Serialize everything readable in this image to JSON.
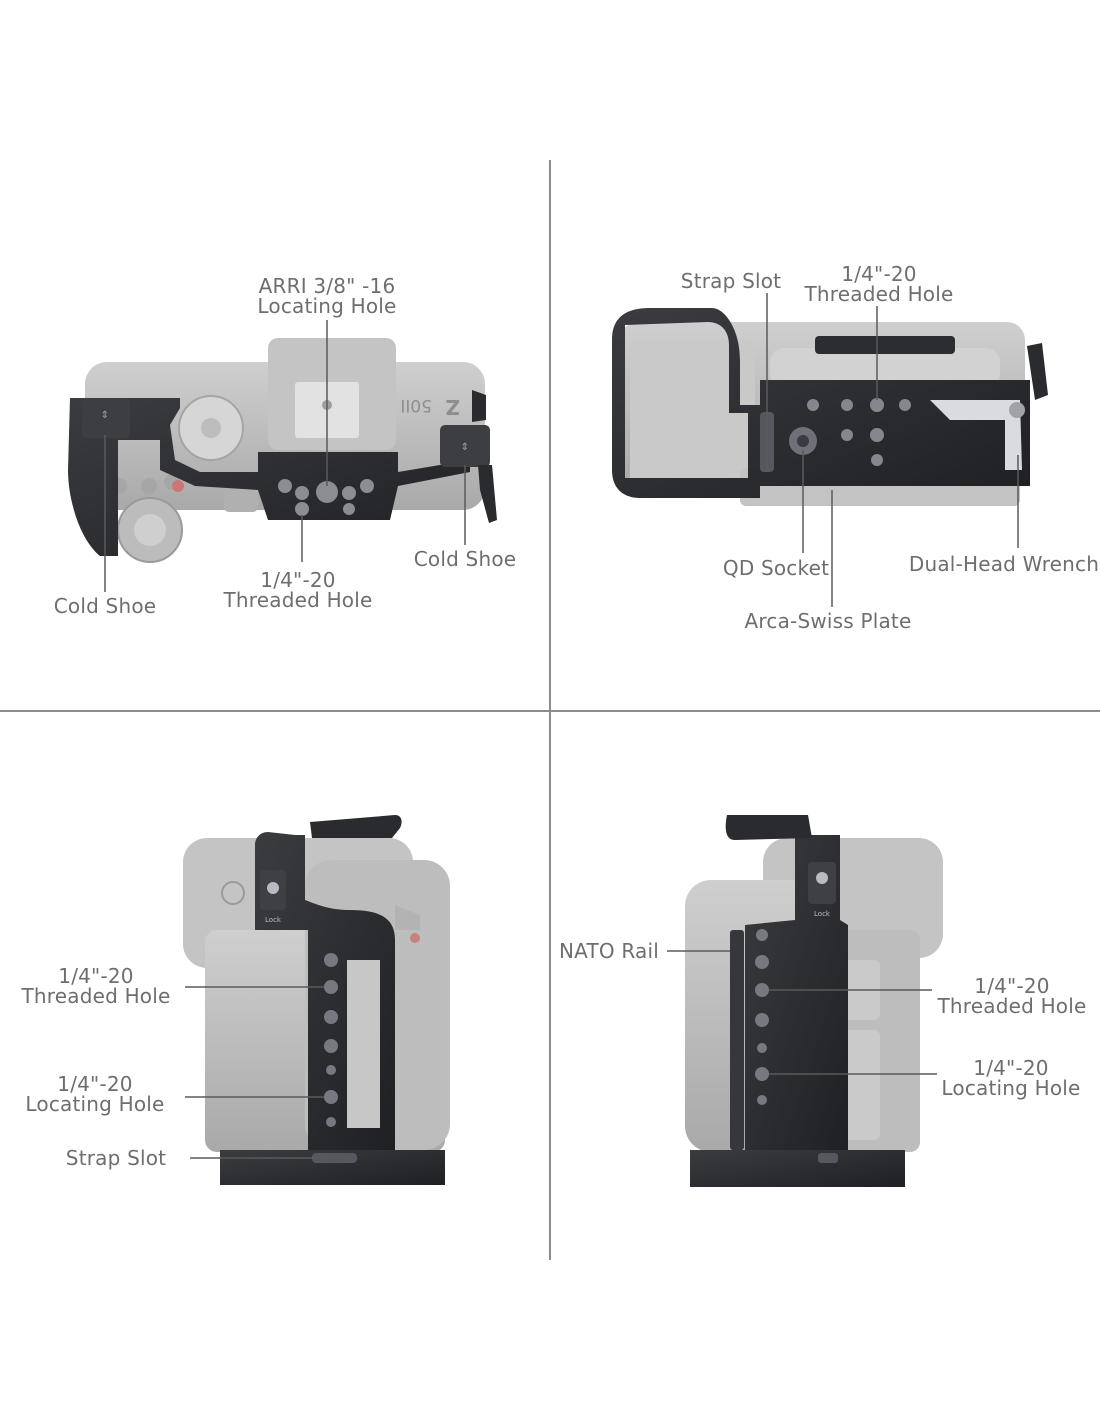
{
  "colors": {
    "cage": "#2b2d30",
    "camera": "#b9b9b9",
    "label": "#6e6e6e",
    "leader": "#5a5a5a",
    "divider": "#8c8c8c"
  },
  "panels": {
    "top_view": {
      "arri_hole": {
        "line1": "ARRI 3/8\" -16",
        "line2": "Locating Hole"
      },
      "threaded_hole": {
        "line1": "1/4\"-20",
        "line2": "Threaded Hole"
      },
      "cold_shoe_left": "Cold Shoe",
      "cold_shoe_right": "Cold Shoe",
      "mount_glyph": "Z",
      "model_text": "50II"
    },
    "bottom_view": {
      "strap_slot": "Strap Slot",
      "threaded_hole": {
        "line1": "1/4\"-20",
        "line2": "Threaded Hole"
      },
      "qd_socket": "QD Socket",
      "arca_plate": "Arca-Swiss Plate",
      "wrench": "Dual-Head Wrench"
    },
    "left_side_view": {
      "threaded_hole": {
        "line1": "1/4\"-20",
        "line2": "Threaded Hole"
      },
      "locating_hole": {
        "line1": "1/4\"-20",
        "line2": "Locating Hole"
      },
      "strap_slot": "Strap Slot",
      "lock_text": "Lock"
    },
    "right_side_view": {
      "nato_rail": "NATO Rail",
      "threaded_hole": {
        "line1": "1/4\"-20",
        "line2": "Threaded Hole"
      },
      "locating_hole": {
        "line1": "1/4\"-20",
        "line2": "Locating Hole"
      },
      "lock_text": "Lock"
    }
  }
}
